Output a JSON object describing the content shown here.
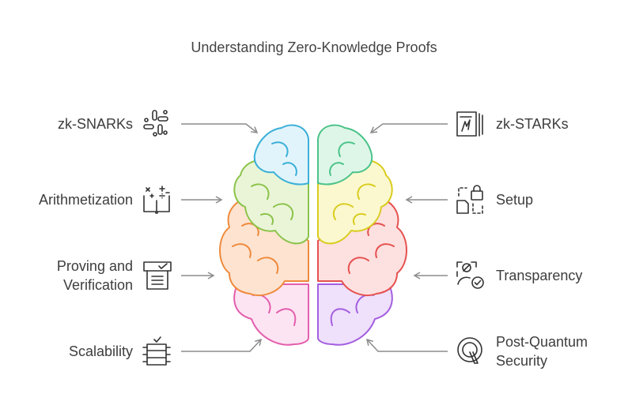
{
  "title": "Understanding Zero-Knowledge Proofs",
  "left": {
    "items": [
      {
        "label": "zk-SNARKs",
        "icon": "slack-hash-icon"
      },
      {
        "label": "Arithmetization",
        "icon": "math-book-icon"
      },
      {
        "label": "Proving and Verification",
        "lines": [
          "Proving and",
          "Verification"
        ],
        "icon": "checklist-document-icon"
      },
      {
        "label": "Scalability",
        "icon": "database-check-icon"
      }
    ]
  },
  "right": {
    "items": [
      {
        "label": "zk-STARKs",
        "icon": "signed-document-icon"
      },
      {
        "label": "Setup",
        "icon": "lock-files-icon"
      },
      {
        "label": "Transparency",
        "icon": "user-verify-icon"
      },
      {
        "label": "Post-Quantum Security",
        "lines": [
          "Post-Quantum",
          "Security"
        ],
        "icon": "quantum-q-icon"
      }
    ]
  },
  "colors": {
    "blue": "#3ab0d8",
    "green": "#4cc38a",
    "lime": "#8bc34a",
    "yellow": "#d9cc1e",
    "orange": "#ef8a3c",
    "red": "#e5514f",
    "pink": "#e35fae",
    "purple": "#a45fe0",
    "arrow": "#8c8c8c",
    "icon": "#333333"
  }
}
